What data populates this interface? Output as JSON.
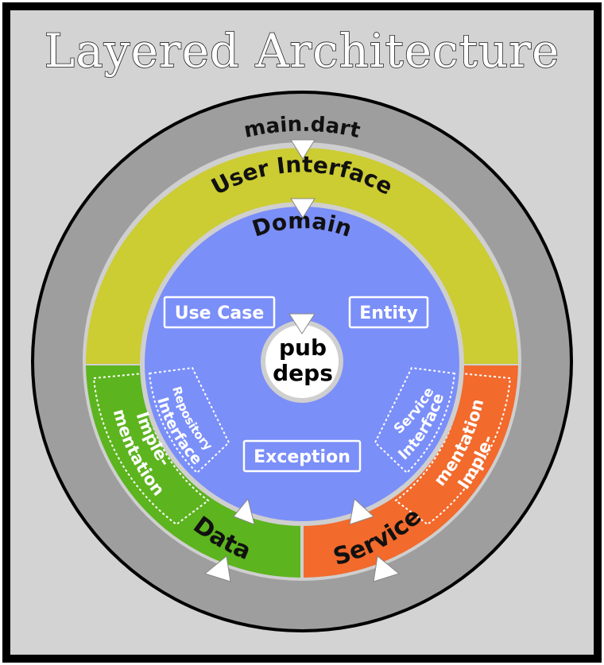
{
  "title": "Layered Architecture",
  "layers": {
    "outer": {
      "label": "main.dart",
      "color": "#9e9e9e"
    },
    "ui": {
      "label": "User Interface",
      "color": "#cccc33"
    },
    "domain": {
      "label": "Domain",
      "color": "#7b8ff9"
    },
    "data": {
      "label": "Data",
      "color": "#5cb41e"
    },
    "service": {
      "label": "Service",
      "color": "#f26a2c"
    }
  },
  "domain_items": {
    "use_case": "Use Case",
    "entity": "Entity",
    "exception": "Exception",
    "repository_interface": [
      "Repository",
      "Interface"
    ],
    "service_interface": [
      "Service",
      "Interface"
    ]
  },
  "implementations": {
    "data_impl": [
      "Imple-",
      "mentation"
    ],
    "service_impl": [
      "Imple-",
      "mentation"
    ]
  },
  "center": [
    "pub",
    "deps"
  ],
  "colors": {
    "background": "#d3d3d3",
    "frame": "#000000",
    "separator": "#cfcfcf",
    "arrow": "#ffffff"
  }
}
